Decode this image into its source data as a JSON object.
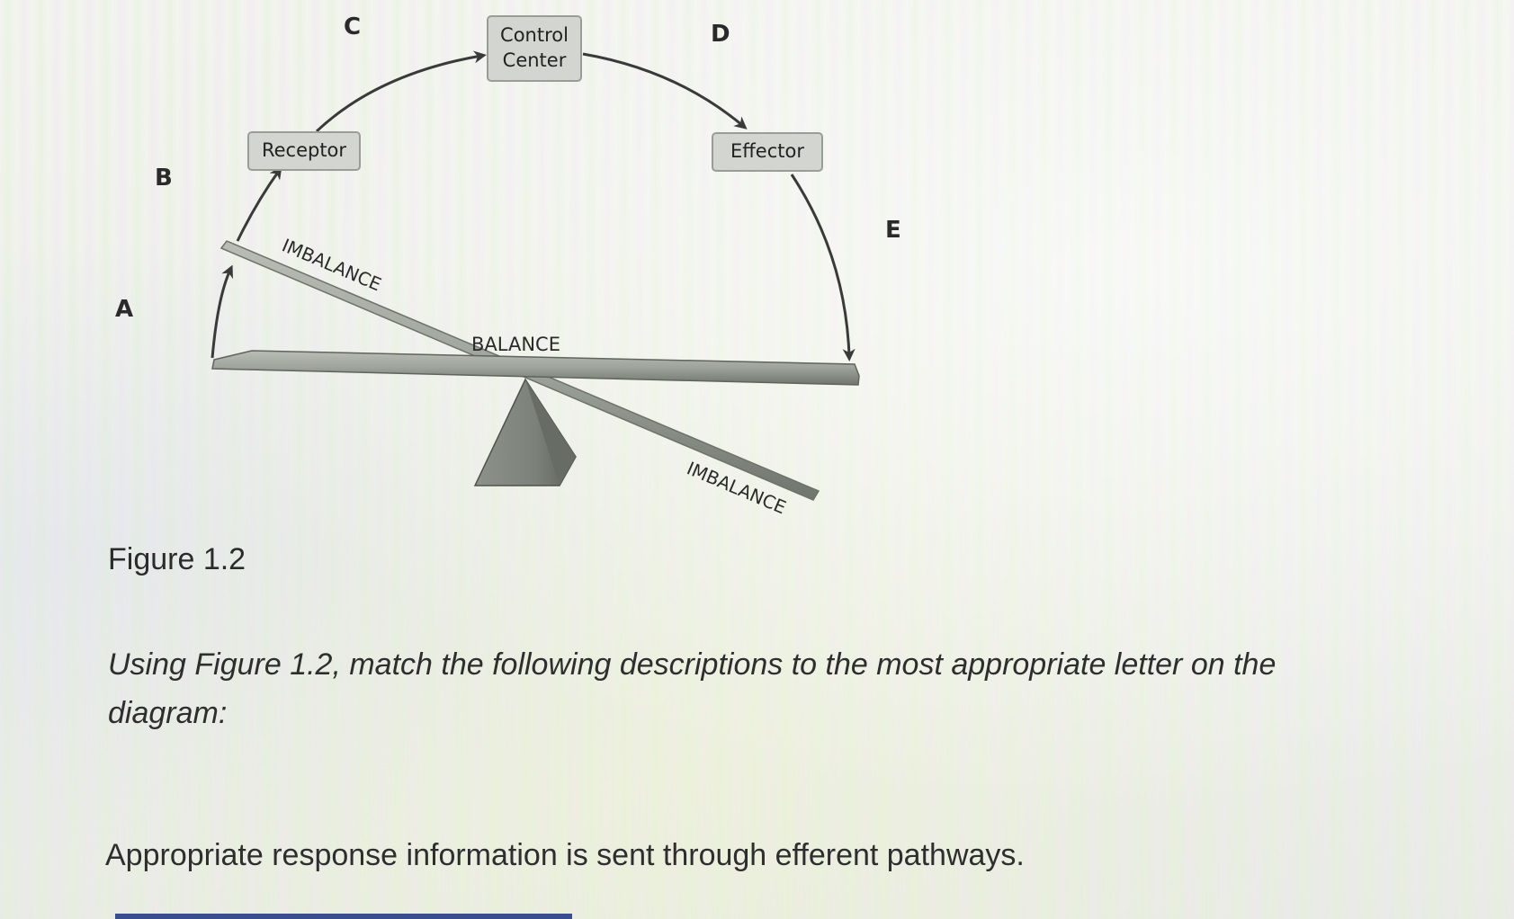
{
  "diagram": {
    "letters": {
      "a": "A",
      "b": "B",
      "c": "C",
      "d": "D",
      "e": "E"
    },
    "nodes": {
      "receptor": "Receptor",
      "control_center_line1": "Control",
      "control_center_line2": "Center",
      "effector": "Effector"
    },
    "labels": {
      "imbalance_top": "IMBALANCE",
      "balance": "BALANCE",
      "imbalance_bottom": "IMBALANCE"
    }
  },
  "figure_caption": "Figure 1.2",
  "question": "Using Figure 1.2, match the following descriptions to the most appropriate letter on the diagram:",
  "description": "Appropriate response information is sent through efferent pathways.",
  "colors": {
    "node_fill": "#d3d6d0",
    "answer_line": "#3a4d8f",
    "text": "#2e2e2e"
  }
}
